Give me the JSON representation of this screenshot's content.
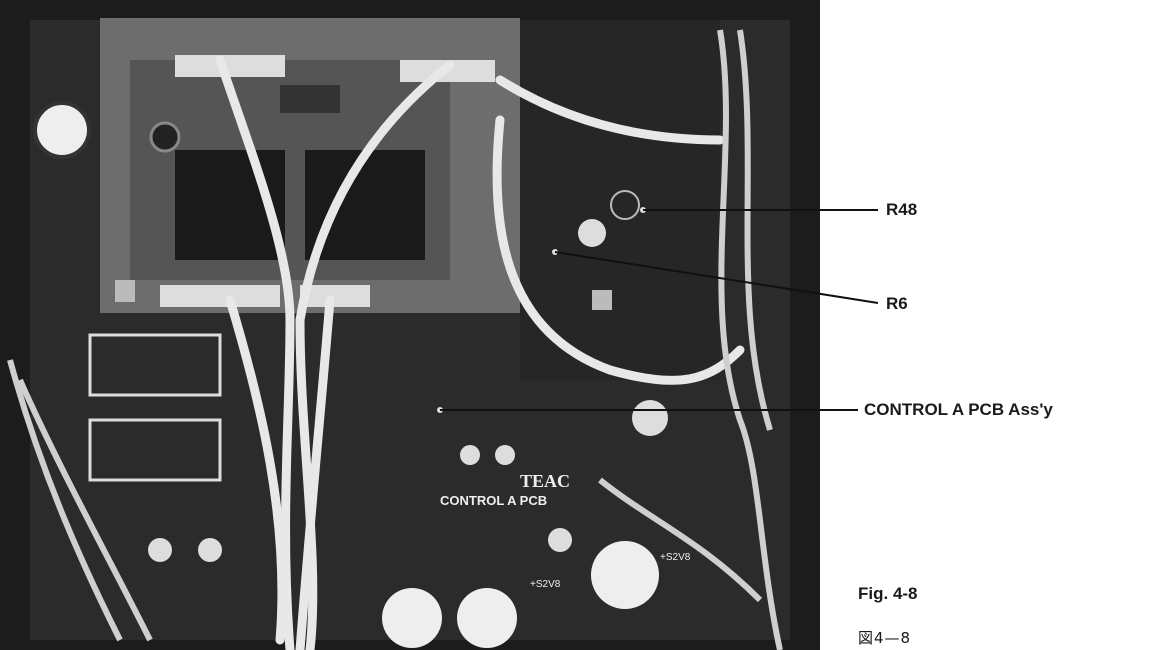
{
  "photo": {
    "board_marking_brand": "TEAC",
    "board_marking_name": "CONTROL A PCB",
    "cap_marking_1": "+S2V8",
    "cap_marking_2": "+S2V8"
  },
  "callouts": [
    {
      "label": "R48"
    },
    {
      "label": "R6"
    },
    {
      "label": "CONTROL A PCB Ass'y"
    }
  ],
  "figure": {
    "caption_en": "Fig. 4-8",
    "caption_jp": "図4—8"
  },
  "colors": {
    "board": "#2a2a2a",
    "leader_line": "#111111",
    "text": "#1a1a1a"
  }
}
